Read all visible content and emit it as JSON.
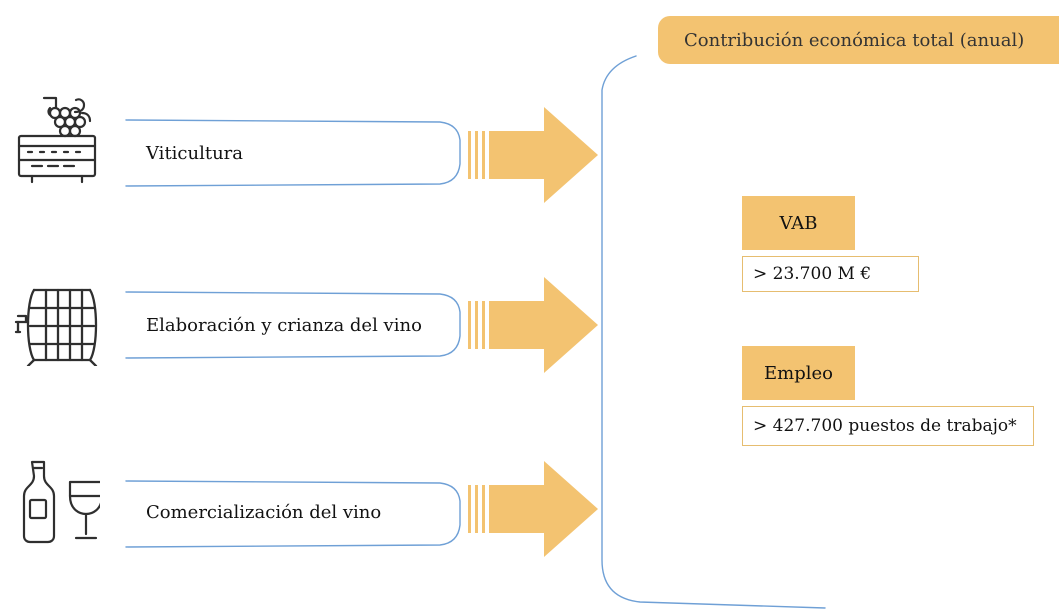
{
  "header": {
    "title": "Contribución económica total (anual)"
  },
  "stages": [
    {
      "label": "Viticultura",
      "icon": "grape-crate-icon"
    },
    {
      "label": "Elaboración y crianza del vino",
      "icon": "wine-barrel-icon"
    },
    {
      "label": "Comercialización del vino",
      "icon": "wine-bottle-glass-icon"
    }
  ],
  "metrics": [
    {
      "label": "VAB",
      "value": "> 23.700 M €"
    },
    {
      "label": "Empleo",
      "value": "> 427.700 puestos de trabajo*"
    }
  ],
  "colors": {
    "accent": "#f3c371",
    "accent_border": "#e6bd70",
    "line": "#6fa0d6",
    "icon": "#2f2f2f"
  }
}
